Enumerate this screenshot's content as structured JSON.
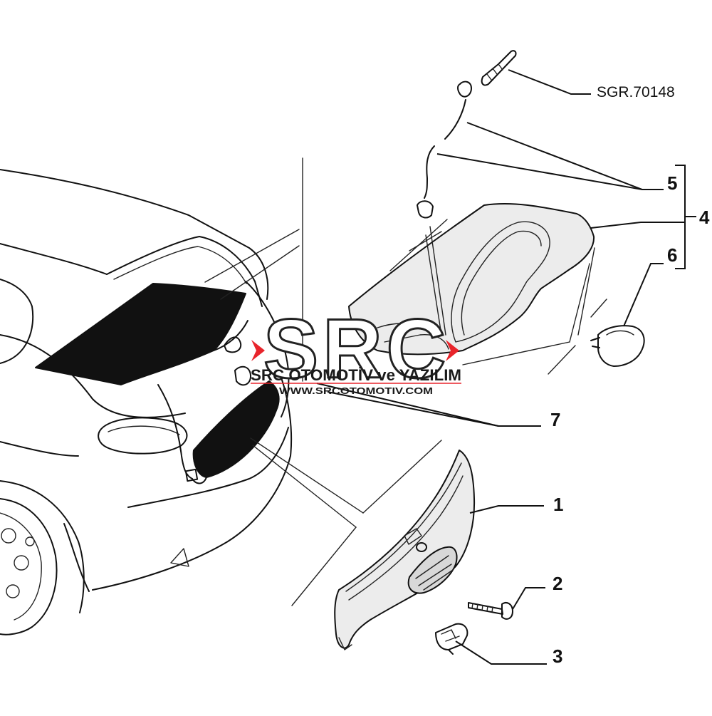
{
  "diagram": {
    "callouts": [
      {
        "id": "1",
        "label": "1"
      },
      {
        "id": "2",
        "label": "2"
      },
      {
        "id": "3",
        "label": "3"
      },
      {
        "id": "4",
        "label": "4"
      },
      {
        "id": "5",
        "label": "5"
      },
      {
        "id": "6",
        "label": "6"
      },
      {
        "id": "7",
        "label": "7"
      }
    ],
    "reference_code": "SGR.70148"
  },
  "watermark": {
    "logo_text": "SRC",
    "company": "SRC OTOMOTİV ve YAZILIM",
    "website": "WWW.SRCOTOMOTIV.COM",
    "accent_color": "#e8242b"
  }
}
